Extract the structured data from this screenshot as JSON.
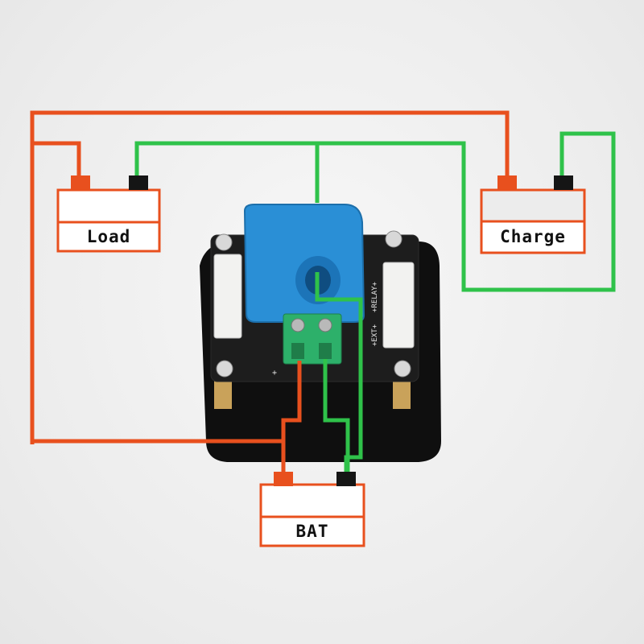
{
  "labels": {
    "load": "Load",
    "charge": "Charge",
    "bat": "BAT"
  },
  "board_marks": {
    "relay": "+RELAY+",
    "ext": "+EXT+",
    "minus_a": "−",
    "plus_b": "+"
  },
  "colors": {
    "positive_wire": "#e8501e",
    "negative_wire": "#2fc24a",
    "box_outline": "#e8501e",
    "terminal_negative": "#151515",
    "sensor_blue": "#2a8fd6",
    "board_black": "#1b1b1b",
    "terminal_block": "#2db06a"
  }
}
